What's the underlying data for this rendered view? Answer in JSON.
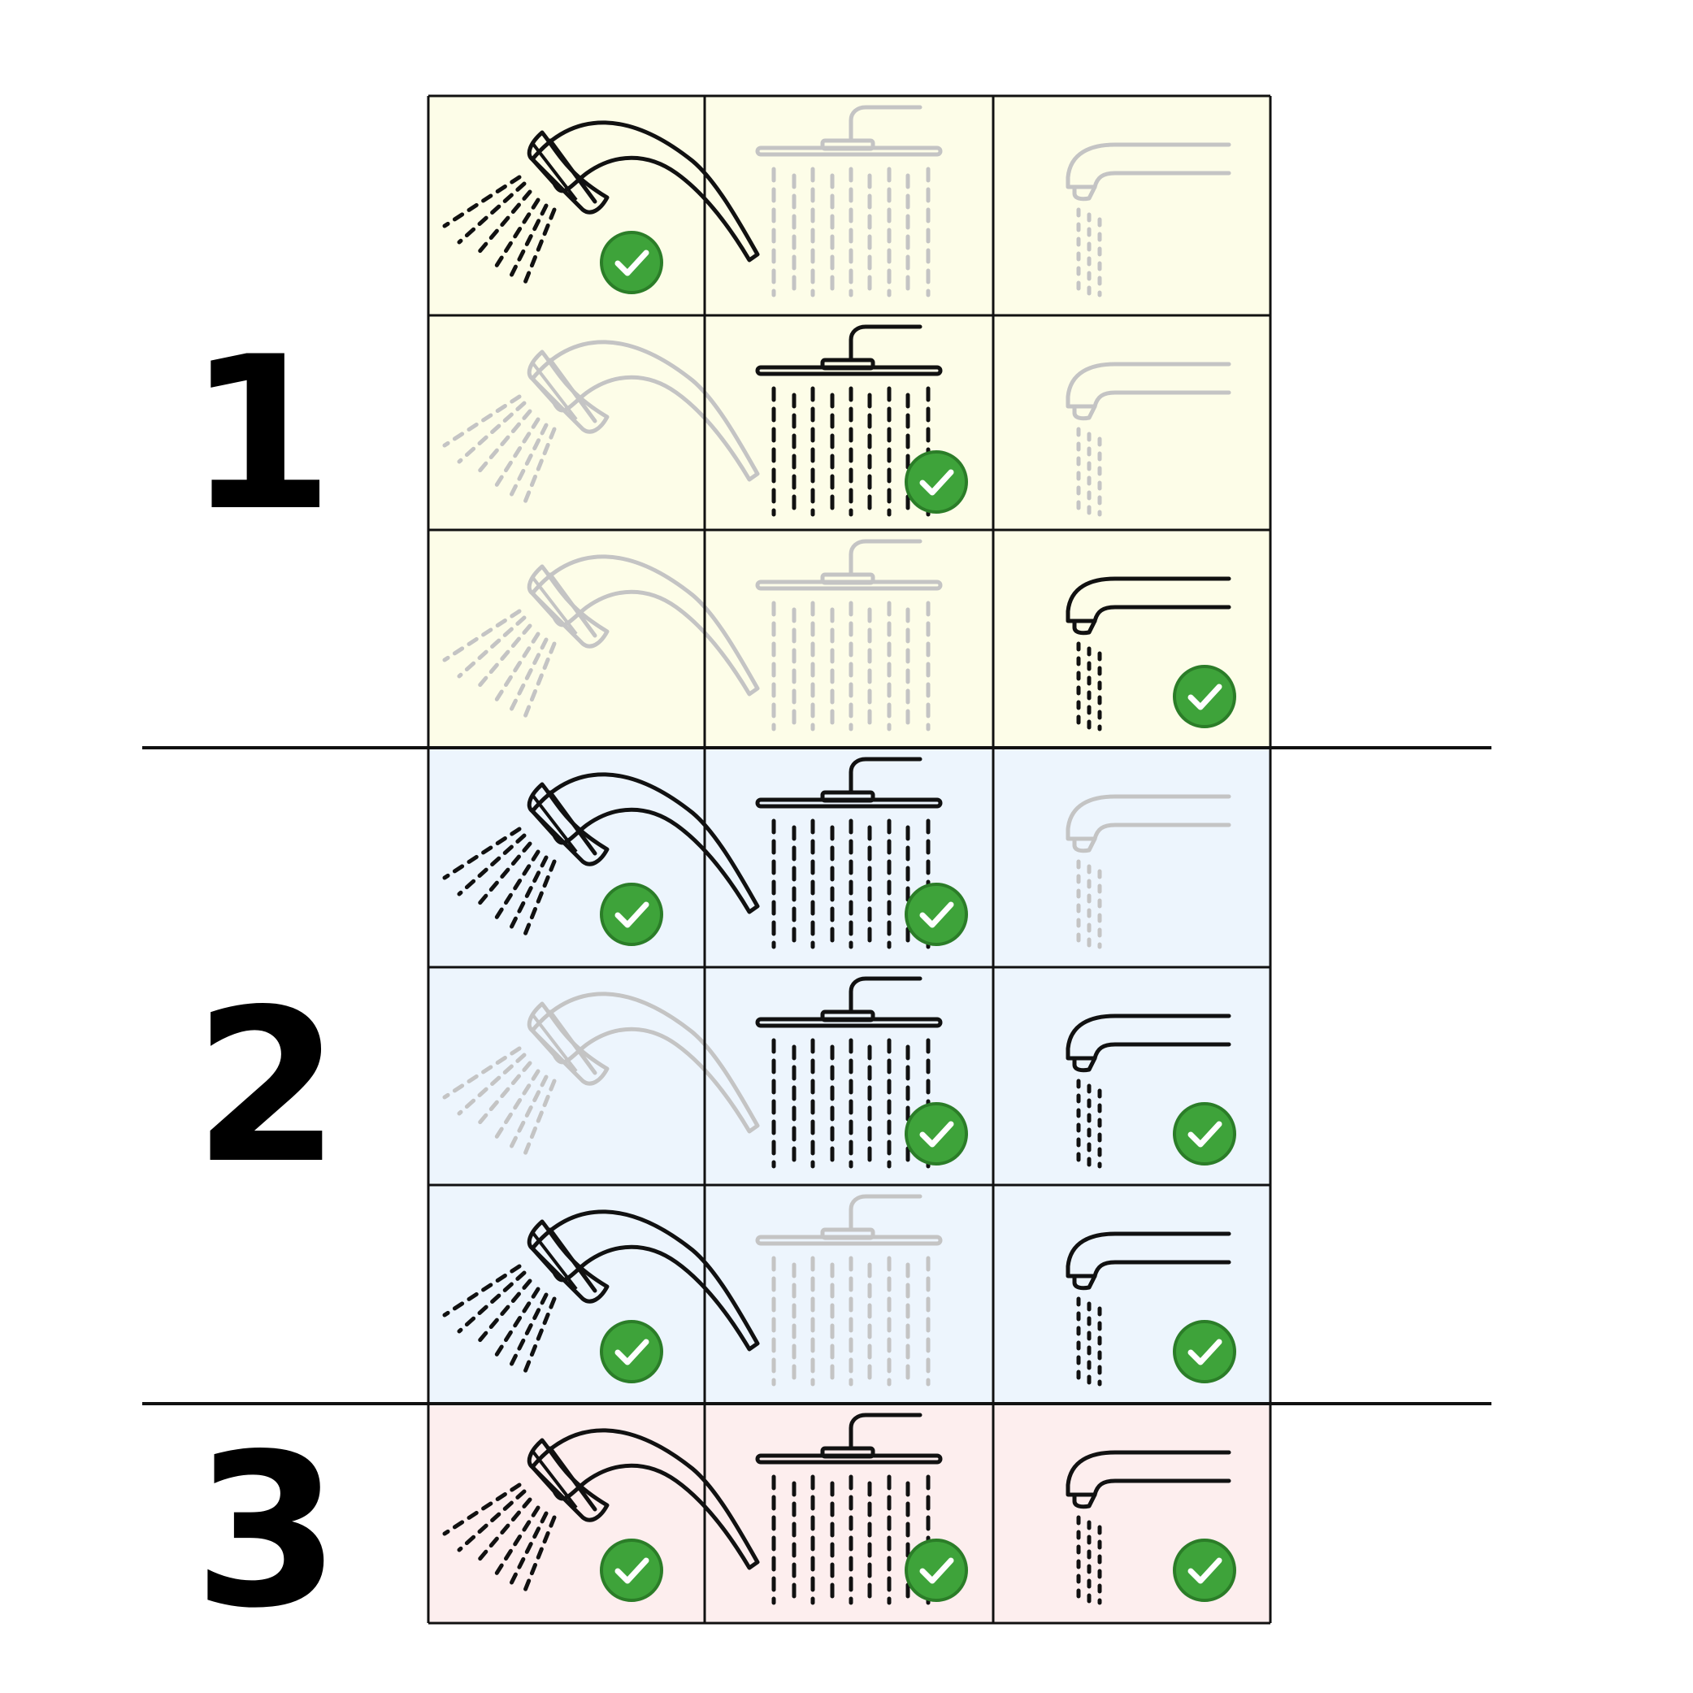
{
  "groups": [
    {
      "number": "1",
      "background": "#fdfde8",
      "rows": [
        [
          true,
          false,
          false
        ],
        [
          false,
          true,
          false
        ],
        [
          false,
          false,
          true
        ]
      ]
    },
    {
      "number": "2",
      "background": "#edf5fd",
      "rows": [
        [
          true,
          true,
          false
        ],
        [
          false,
          true,
          true
        ],
        [
          true,
          false,
          true
        ]
      ]
    },
    {
      "number": "3",
      "background": "#fdeeee",
      "rows": [
        [
          true,
          true,
          true
        ]
      ]
    }
  ],
  "columns": [
    {
      "icon": "handheld-shower-icon"
    },
    {
      "icon": "rain-shower-icon"
    },
    {
      "icon": "bath-spout-icon"
    }
  ],
  "colors": {
    "active_line": "#111111",
    "inactive_line": "#c4c4c4",
    "check_fill": "#3ea33a",
    "check_ring": "#2b7d28",
    "grid_line": "#111111"
  }
}
